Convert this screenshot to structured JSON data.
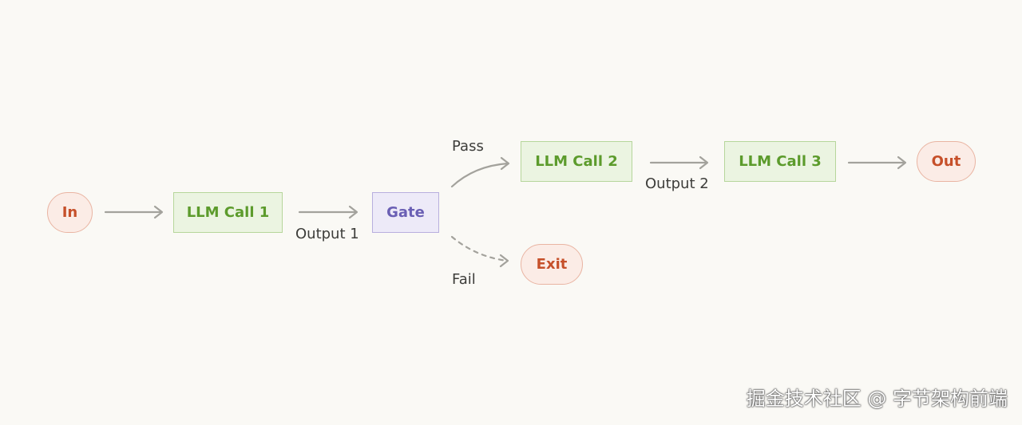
{
  "nodes": {
    "in": "In",
    "llm_call_1": "LLM Call 1",
    "gate": "Gate",
    "llm_call_2": "LLM Call 2",
    "llm_call_3": "LLM Call 3",
    "out": "Out",
    "exit": "Exit"
  },
  "edge_labels": {
    "output_1": "Output 1",
    "pass": "Pass",
    "fail": "Fail",
    "output_2": "Output 2"
  },
  "watermark": "掘金技术社区 @ 字节架构前端",
  "colors": {
    "background": "#faf9f5",
    "arrow": "#a3a29c",
    "terminal_text": "#c6502a",
    "llm_text": "#5c9b2c",
    "gate_text": "#6a5fb4"
  }
}
